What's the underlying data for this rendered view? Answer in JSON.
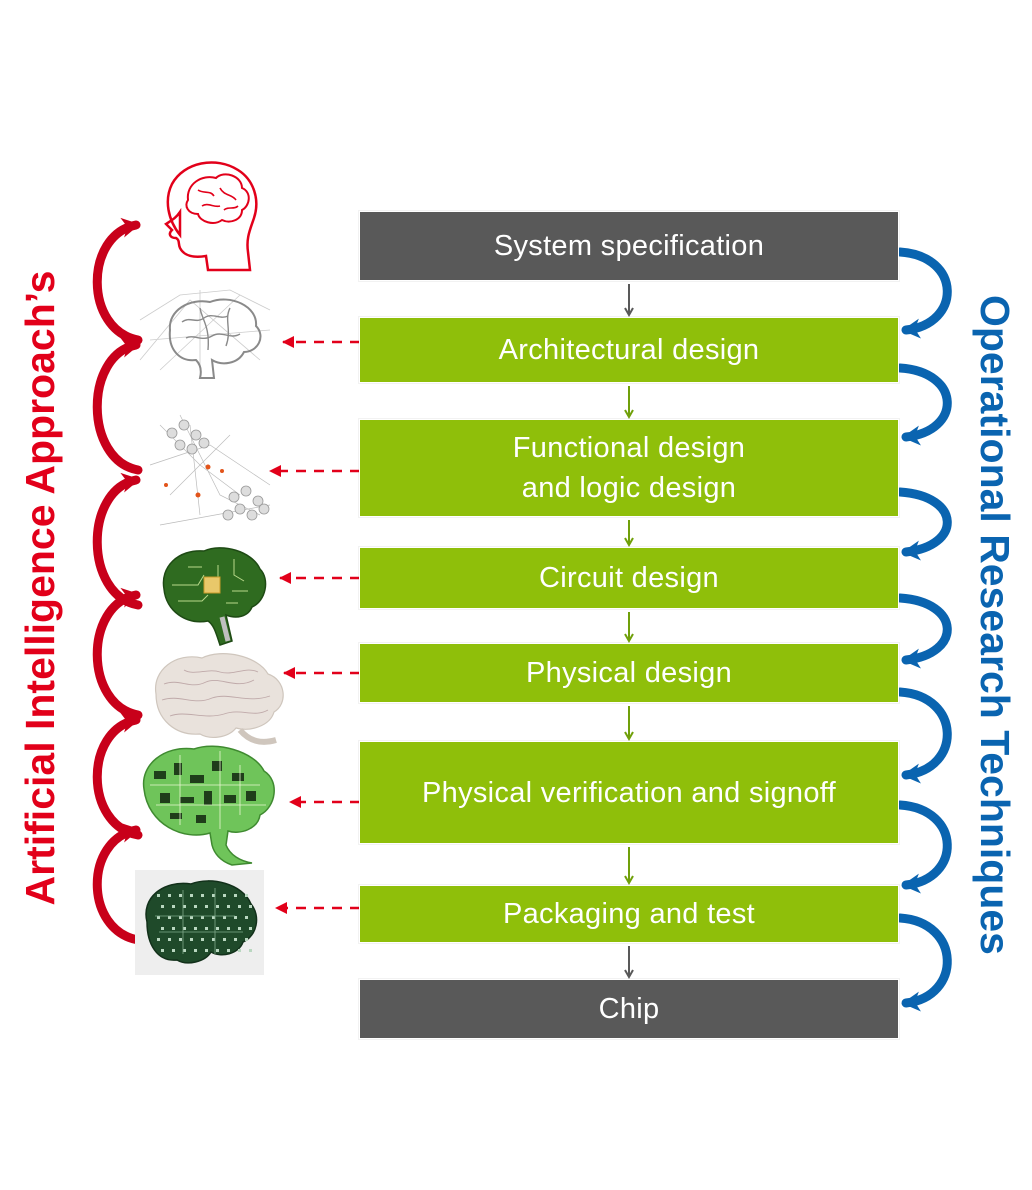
{
  "left_label": "Artificial Intelligence Approach’s",
  "right_label": "Operational Research Techniques",
  "colors": {
    "ai_red": "#e2001a",
    "or_blue": "#0a64b0",
    "step_dark": "#595959",
    "step_green": "#8fbf0a",
    "arrow_gray": "#595959",
    "arrow_green": "#70a00a"
  },
  "steps": [
    {
      "label": "System specification",
      "kind": "dark"
    },
    {
      "label": "Architectural design",
      "kind": "green"
    },
    {
      "label": "Functional design\nand logic design",
      "kind": "green"
    },
    {
      "label": "Circuit design",
      "kind": "green"
    },
    {
      "label": "Physical design",
      "kind": "green"
    },
    {
      "label": "Physical verification and signoff",
      "kind": "green"
    },
    {
      "label": "Packaging and test",
      "kind": "green"
    },
    {
      "label": "Chip",
      "kind": "dark"
    }
  ],
  "icons": [
    "head-brain-outline-icon",
    "network-brain-icon",
    "neural-network-graph-icon",
    "circuit-brain-icon",
    "text-brain-icon",
    "green-circuit-brain-icon",
    "dark-circuit-brain-icon"
  ]
}
